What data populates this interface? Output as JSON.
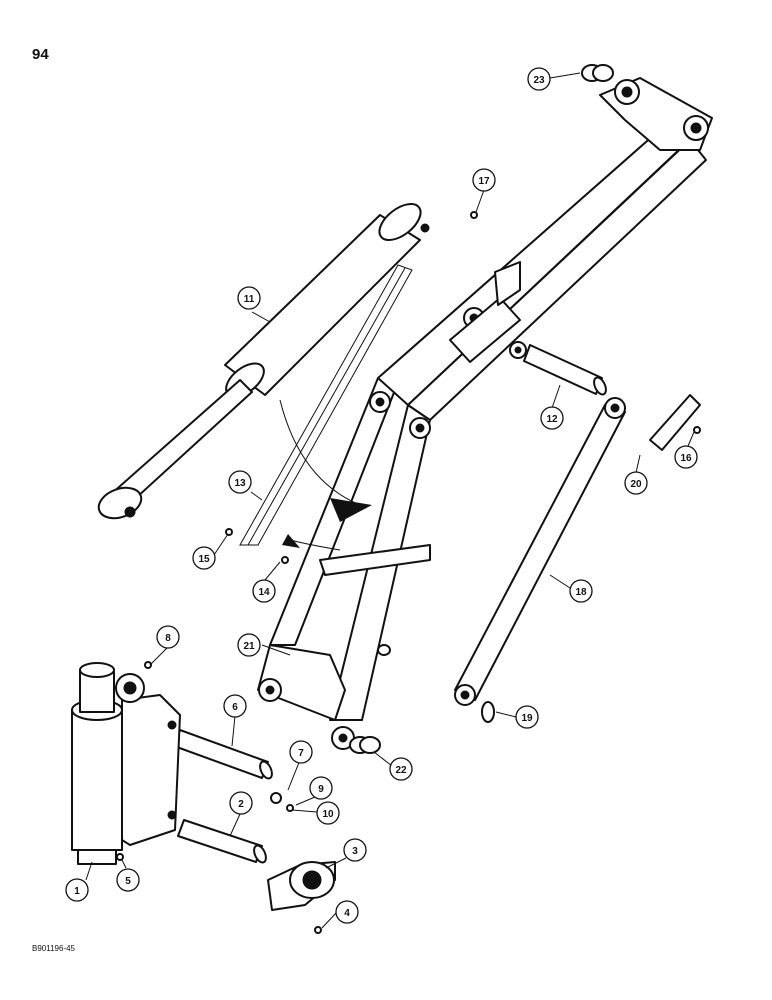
{
  "page_number": "94",
  "figure_code": "B901196-45",
  "callouts": [
    "1",
    "2",
    "3",
    "4",
    "5",
    "6",
    "7",
    "8",
    "9",
    "10",
    "11",
    "12",
    "13",
    "14",
    "15",
    "16",
    "17",
    "18",
    "19",
    "20",
    "21",
    "22",
    "23"
  ]
}
